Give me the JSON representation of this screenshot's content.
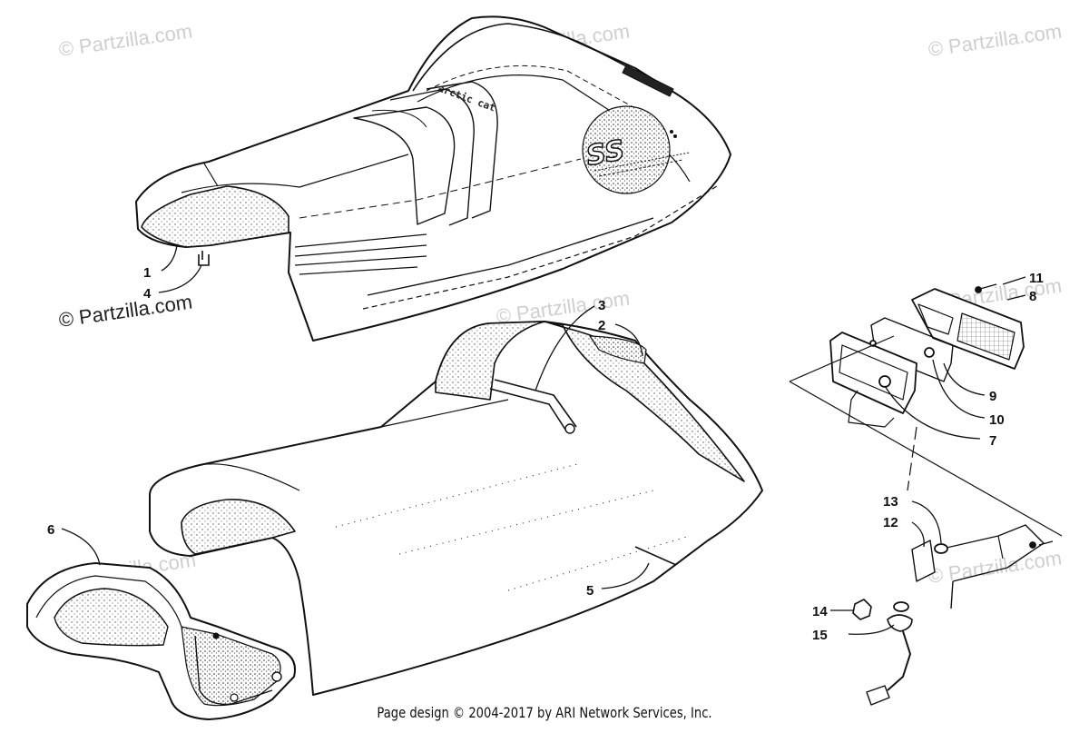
{
  "watermarks": {
    "brand": "© Partzilla.com"
  },
  "seat_branding": {
    "embroidery": "arctic cat",
    "logo": "SS"
  },
  "callouts": [
    "1",
    "4",
    "3",
    "2",
    "6",
    "5",
    "11",
    "8",
    "9",
    "10",
    "7",
    "13",
    "12",
    "14",
    "15"
  ],
  "footer": {
    "copyright": "Page design © 2004-2017 by ARI Network Services, Inc."
  },
  "colors": {
    "line": "#111111",
    "watermark": "#cfcfcf",
    "background": "#ffffff"
  }
}
